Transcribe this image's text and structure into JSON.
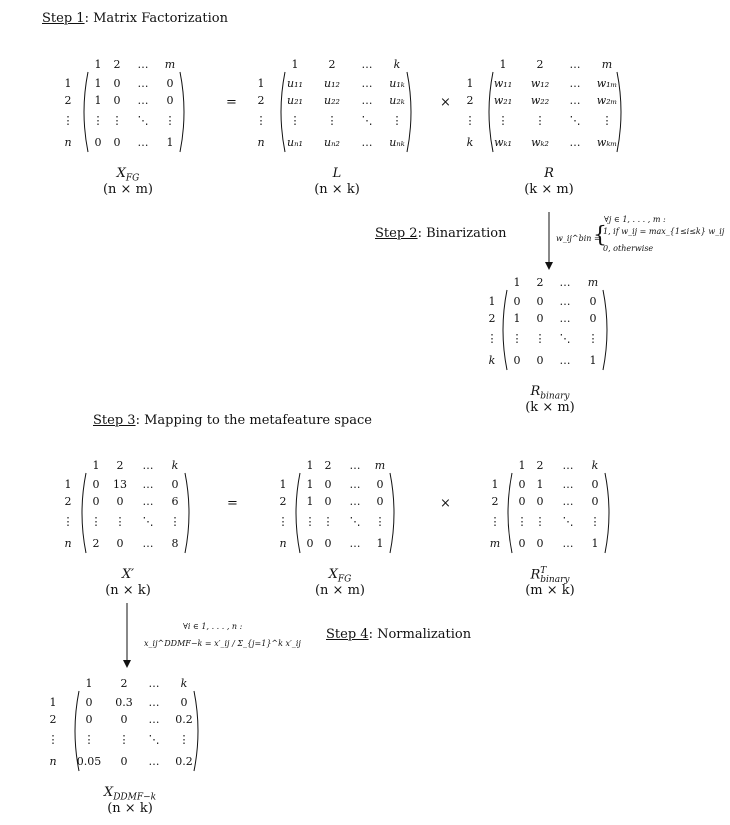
{
  "steps": {
    "step1": {
      "label": "Step 1",
      "title": ": Matrix Factorization"
    },
    "step2": {
      "label": "Step 2",
      "title": ": Binarization"
    },
    "step3": {
      "label": "Step 3",
      "title": ": Mapping to the metafeature space"
    },
    "step4": {
      "label": "Step 4",
      "title": ": Normalization"
    }
  },
  "operators": {
    "equals": "=",
    "times": "×"
  },
  "matrices": {
    "xfg1": {
      "name": "X_FG",
      "dims": "(n × m)",
      "col_labels": [
        "1",
        "2",
        "…",
        "m"
      ],
      "row_labels": [
        "1",
        "2",
        "⋮",
        "n"
      ],
      "rows": [
        [
          "1",
          "0",
          "…",
          "0"
        ],
        [
          "1",
          "0",
          "…",
          "0"
        ],
        [
          "⋮",
          "⋮",
          "⋱",
          "⋮"
        ],
        [
          "0",
          "0",
          "…",
          "1"
        ]
      ]
    },
    "L": {
      "name": "L",
      "dims": "(n × k)",
      "col_labels": [
        "1",
        "2",
        "…",
        "k"
      ],
      "row_labels": [
        "1",
        "2",
        "⋮",
        "n"
      ],
      "rows": [
        [
          "u₁₁",
          "u₁₂",
          "…",
          "u₁ₖ"
        ],
        [
          "u₂₁",
          "u₂₂",
          "…",
          "u₂ₖ"
        ],
        [
          "⋮",
          "⋮",
          "⋱",
          "⋮"
        ],
        [
          "uₙ₁",
          "uₙ₂",
          "…",
          "uₙₖ"
        ]
      ]
    },
    "R": {
      "name": "R",
      "dims": "(k × m)",
      "col_labels": [
        "1",
        "2",
        "…",
        "m"
      ],
      "row_labels": [
        "1",
        "2",
        "⋮",
        "k"
      ],
      "rows": [
        [
          "w₁₁",
          "w₁₂",
          "…",
          "w₁ₘ"
        ],
        [
          "w₂₁",
          "w₂₂",
          "…",
          "w₂ₘ"
        ],
        [
          "⋮",
          "⋮",
          "⋱",
          "⋮"
        ],
        [
          "wₖ₁",
          "wₖ₂",
          "…",
          "wₖₘ"
        ]
      ]
    },
    "rbin": {
      "name": "R_binary",
      "dims": "(k × m)",
      "col_labels": [
        "1",
        "2",
        "…",
        "m"
      ],
      "row_labels": [
        "1",
        "2",
        "⋮",
        "k"
      ],
      "rows": [
        [
          "0",
          "0",
          "…",
          "0"
        ],
        [
          "1",
          "0",
          "…",
          "0"
        ],
        [
          "⋮",
          "⋮",
          "⋱",
          "⋮"
        ],
        [
          "0",
          "0",
          "…",
          "1"
        ]
      ]
    },
    "xprime": {
      "name": "X′",
      "dims": "(n × k)",
      "col_labels": [
        "1",
        "2",
        "…",
        "k"
      ],
      "row_labels": [
        "1",
        "2",
        "⋮",
        "n"
      ],
      "rows": [
        [
          "0",
          "13",
          "…",
          "0"
        ],
        [
          "0",
          "0",
          "…",
          "6"
        ],
        [
          "⋮",
          "⋮",
          "⋱",
          "⋮"
        ],
        [
          "2",
          "0",
          "…",
          "8"
        ]
      ]
    },
    "xfg2": {
      "name": "X_FG",
      "dims": "(n × m)",
      "col_labels": [
        "1",
        "2",
        "…",
        "m"
      ],
      "row_labels": [
        "1",
        "2",
        "⋮",
        "n"
      ],
      "rows": [
        [
          "1",
          "0",
          "…",
          "0"
        ],
        [
          "1",
          "0",
          "…",
          "0"
        ],
        [
          "⋮",
          "⋮",
          "⋱",
          "⋮"
        ],
        [
          "0",
          "0",
          "…",
          "1"
        ]
      ]
    },
    "rbinT": {
      "name": "R_binary^T",
      "dims": "(m × k)",
      "col_labels": [
        "1",
        "2",
        "…",
        "k"
      ],
      "row_labels": [
        "1",
        "2",
        "⋮",
        "m"
      ],
      "rows": [
        [
          "0",
          "1",
          "…",
          "0"
        ],
        [
          "0",
          "0",
          "…",
          "0"
        ],
        [
          "⋮",
          "⋮",
          "⋱",
          "⋮"
        ],
        [
          "0",
          "0",
          "…",
          "1"
        ]
      ]
    },
    "xddmf": {
      "name": "X_DDMF−k",
      "dims": "(n × k)",
      "col_labels": [
        "1",
        "2",
        "…",
        "k"
      ],
      "row_labels": [
        "1",
        "2",
        "⋮",
        "n"
      ],
      "rows": [
        [
          "0",
          "0.3",
          "…",
          "0"
        ],
        [
          "0",
          "0",
          "…",
          "0.2"
        ],
        [
          "⋮",
          "⋮",
          "⋱",
          "⋮"
        ],
        [
          "0.05",
          "0",
          "…",
          "0.2"
        ]
      ]
    }
  },
  "formulas": {
    "binarization": {
      "quantifier": "∀j ∈ 1, . . . , m :",
      "lhs": "w_ij^bin =",
      "case1": "1,   if w_ij = max_{1≤i≤k} w_ij",
      "case2": "0,   otherwise"
    },
    "normalization": {
      "quantifier": "∀i ∈ 1, . . . , n :",
      "expr": "x_ij^DDMF−k = x′_ij / Σ_{j=1}^k x′_ij"
    }
  }
}
